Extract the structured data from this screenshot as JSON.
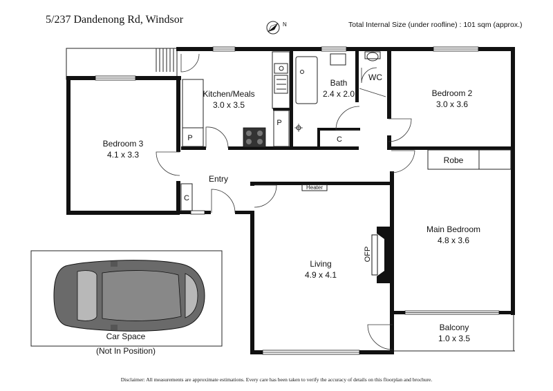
{
  "header": {
    "address": "5/237 Dandenong Rd, Windsor",
    "size_note": "Total Internal Size (under roofline) :  101 sqm (approx.)"
  },
  "compass": {
    "label": "N"
  },
  "rooms": {
    "kitchen": {
      "name": "Kitchen/Meals",
      "dims": "3.0 x 3.5"
    },
    "bath": {
      "name": "Bath",
      "dims": "2.4 x 2.0"
    },
    "wc": {
      "name": "WC"
    },
    "bedroom2": {
      "name": "Bedroom 2",
      "dims": "3.0 x 3.6"
    },
    "bedroom3": {
      "name": "Bedroom 3",
      "dims": "4.1 x 3.3"
    },
    "entry": {
      "name": "Entry"
    },
    "robe": {
      "name": "Robe"
    },
    "main_bedroom": {
      "name": "Main Bedroom",
      "dims": "4.8 x 3.6"
    },
    "living": {
      "name": "Living",
      "dims": "4.9 x 4.1"
    },
    "balcony": {
      "name": "Balcony",
      "dims": "1.0 x 3.5"
    },
    "car_space": {
      "name": "Car Space",
      "note": "(Not In Position)"
    }
  },
  "fixtures": {
    "pantry_1": "P",
    "pantry_2": "P",
    "cupboard_hall": "C",
    "cupboard_entry": "C",
    "heater": "Heater",
    "fireplace": "OFP"
  },
  "footer": {
    "disclaimer": "Disclaimer: All measurements are approximate estimations. Every care has been taken to verify the accuracy of details on this floorplan and brochure."
  }
}
